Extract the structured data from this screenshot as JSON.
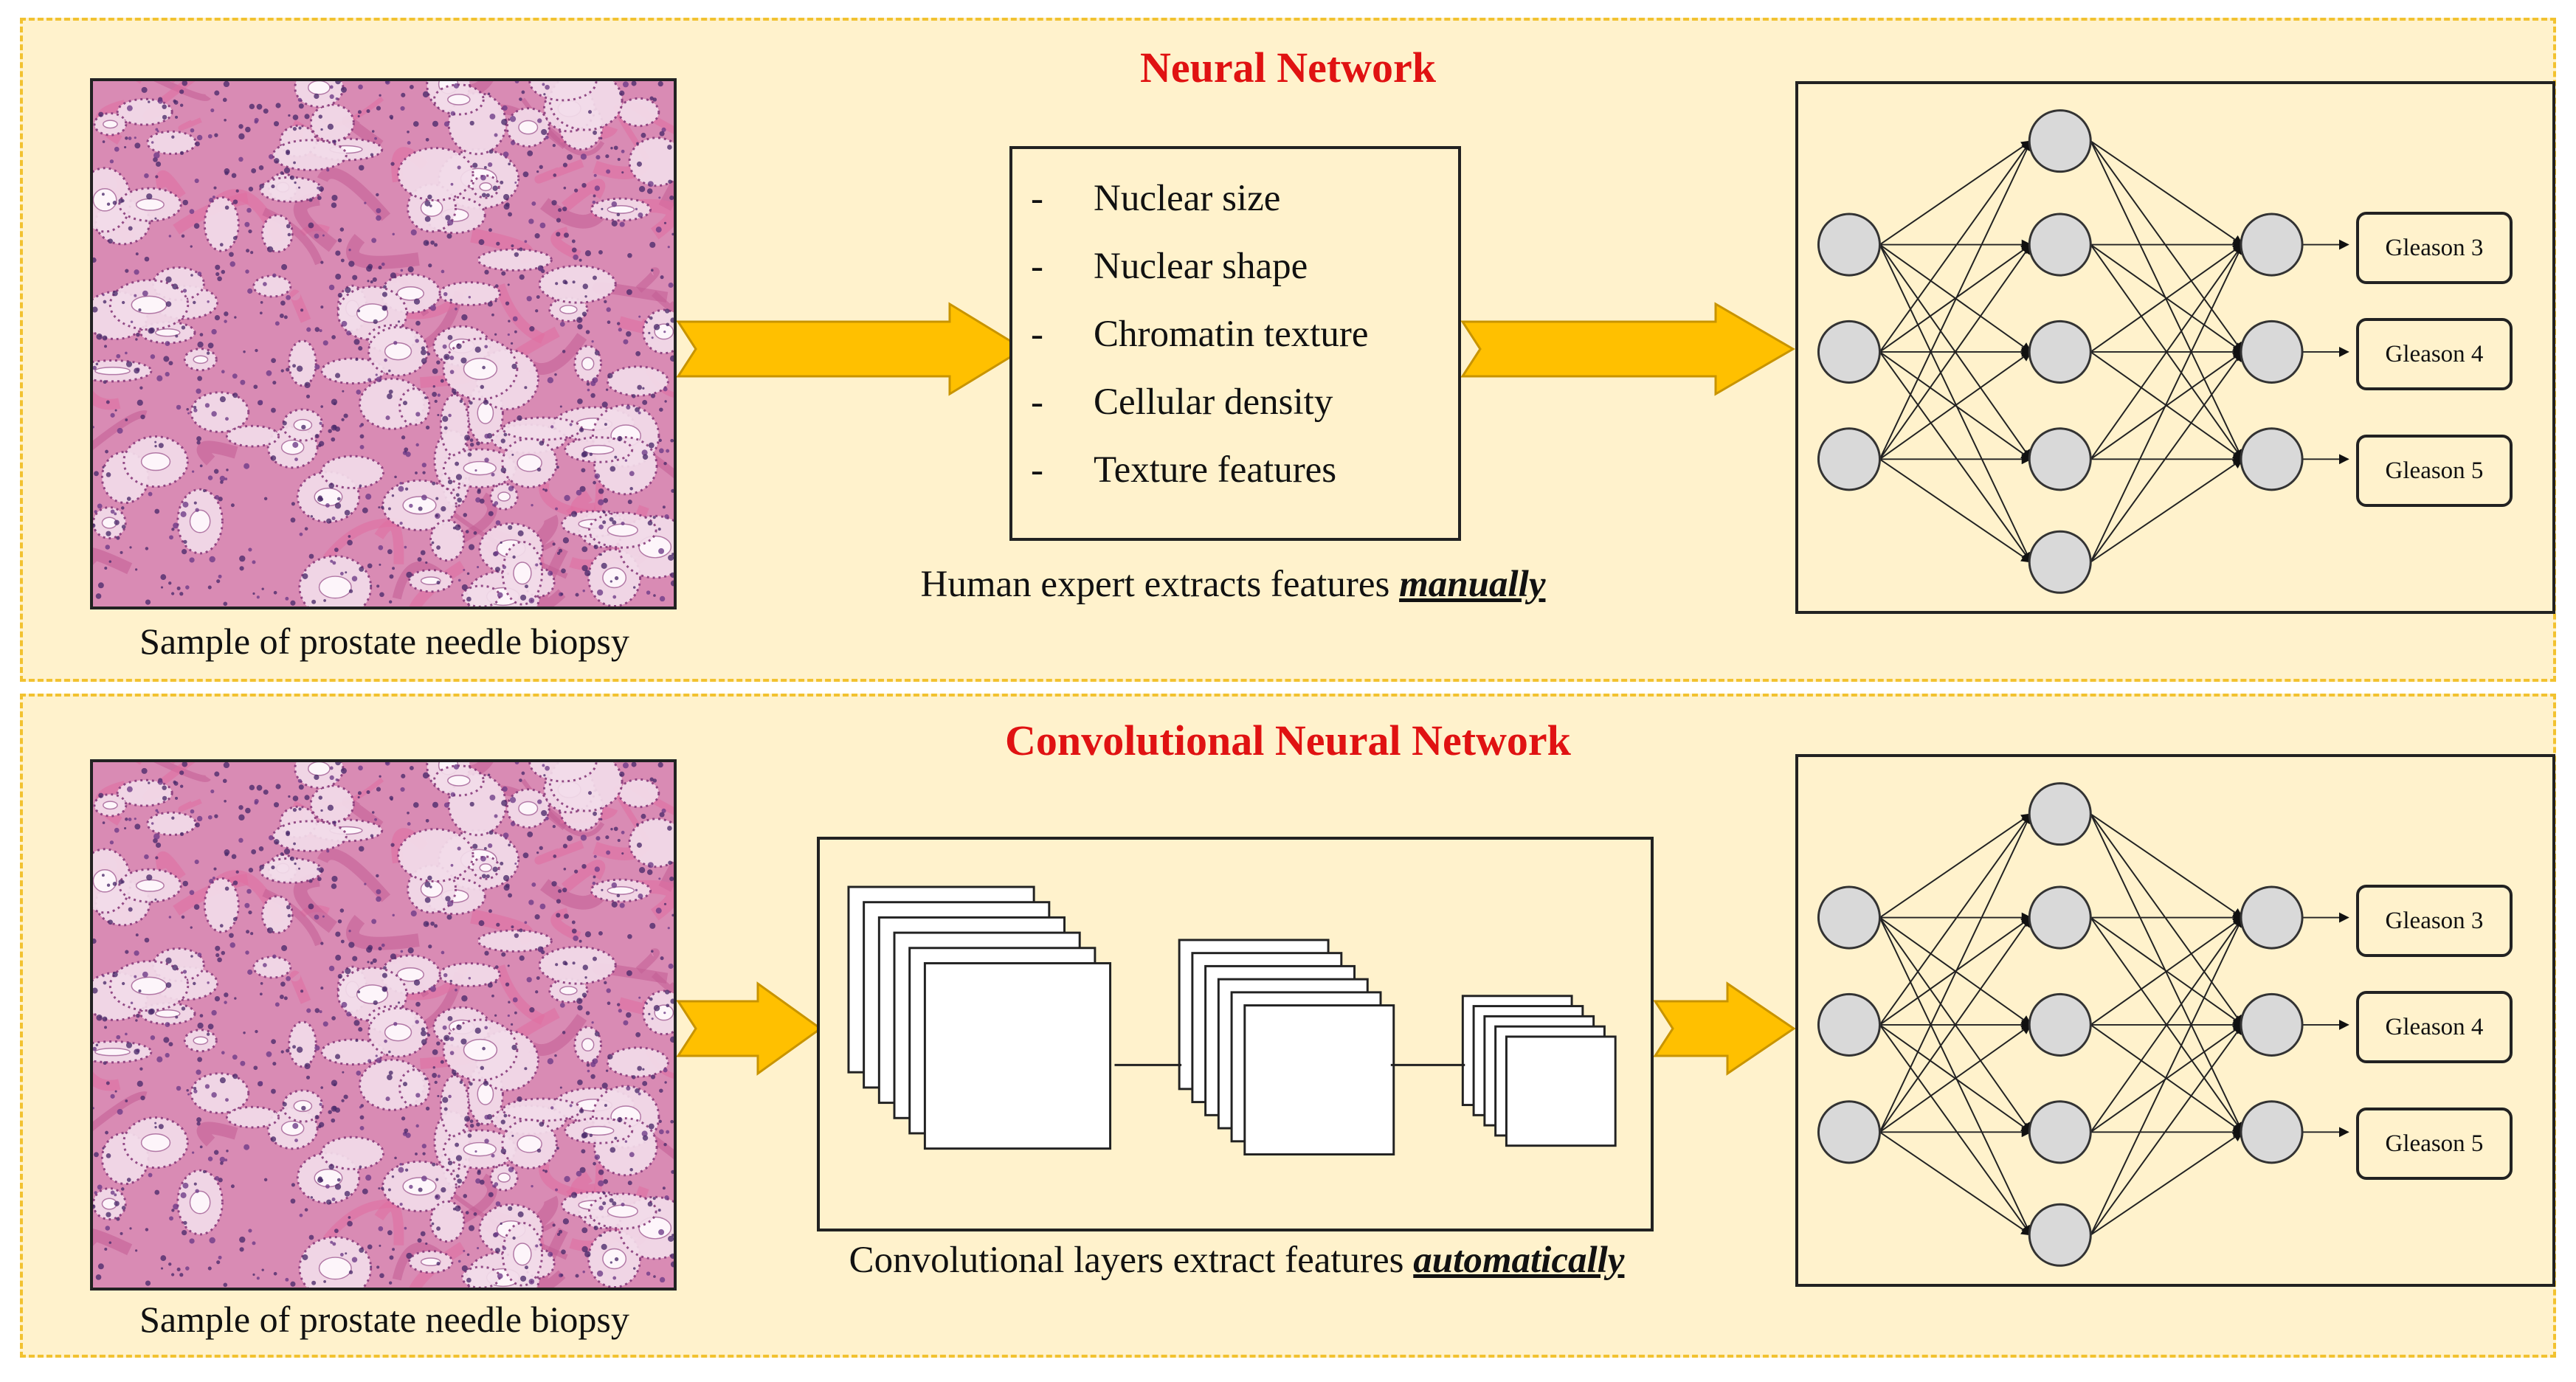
{
  "panels": {
    "nn": {
      "title": "Neural Network",
      "caption": "Sample of prostate needle biopsy",
      "features": [
        "Nuclear size",
        "Nuclear shape",
        "Chromatin texture",
        "Cellular density",
        "Texture features"
      ],
      "dash": "-",
      "note_prefix": "Human expert extracts features ",
      "note_emphasis": "manually",
      "outputs": [
        "Gleason 3",
        "Gleason 4",
        "Gleason 5"
      ]
    },
    "cnn": {
      "title": "Convolutional Neural Network",
      "caption": "Sample of prostate needle biopsy",
      "note_prefix": "Convolutional layers extract features ",
      "note_emphasis": "automatically",
      "outputs": [
        "Gleason 3",
        "Gleason 4",
        "Gleason 5"
      ]
    }
  },
  "colors": {
    "panel_fill": "#fff2cc",
    "panel_border": "#f2c230",
    "title": "#e01212",
    "arrow": "#ffc000",
    "node": "#d9d9d9"
  }
}
